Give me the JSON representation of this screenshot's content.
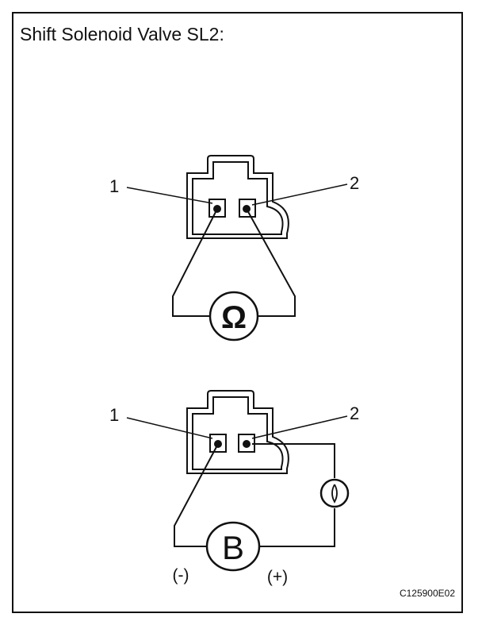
{
  "title": "Shift Solenoid Valve SL2:",
  "figure_code": "C125900E02",
  "top_diagram": {
    "terminal_left": "1",
    "terminal_right": "2",
    "meter_symbol": "Ω"
  },
  "bottom_diagram": {
    "terminal_left": "1",
    "terminal_right": "2",
    "battery_symbol": "B",
    "negative_label": "(-)",
    "positive_label": "(+)",
    "lamp_icon": "bulb-icon"
  }
}
